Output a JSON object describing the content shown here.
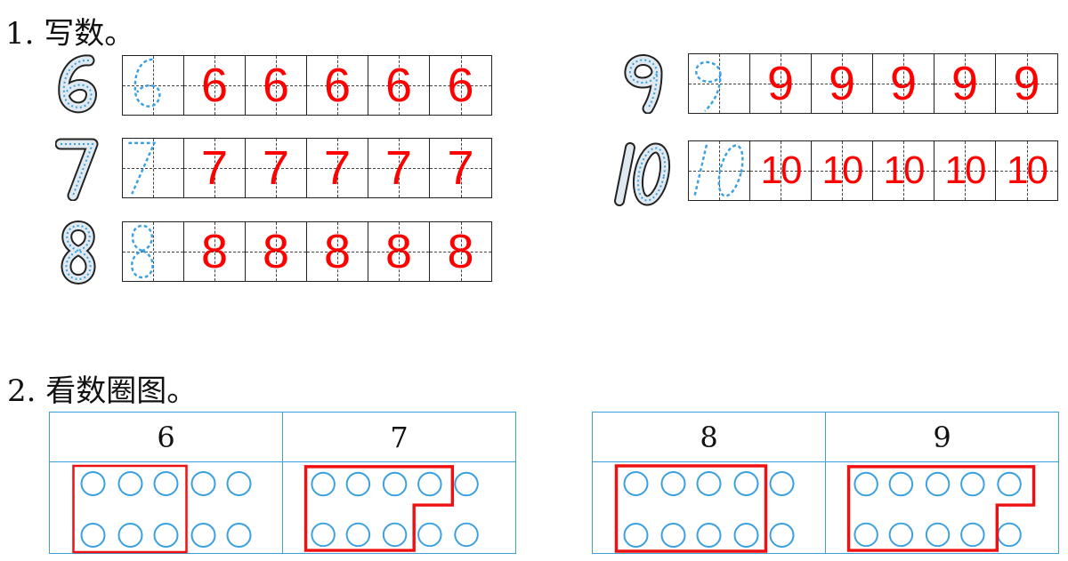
{
  "q1": {
    "title": "1. 写数。"
  },
  "q2": {
    "title": "2. 看数圈图。"
  },
  "write_rows": [
    {
      "digit": "6",
      "answers": [
        "6",
        "6",
        "6",
        "6",
        "6"
      ]
    },
    {
      "digit": "7",
      "answers": [
        "7",
        "7",
        "7",
        "7",
        "7"
      ]
    },
    {
      "digit": "8",
      "answers": [
        "8",
        "8",
        "8",
        "8",
        "8"
      ]
    },
    {
      "digit": "9",
      "answers": [
        "9",
        "9",
        "9",
        "9",
        "9"
      ]
    },
    {
      "digit": "10",
      "answers": [
        "10",
        "10",
        "10",
        "10",
        "10"
      ]
    }
  ],
  "circle_tables": [
    {
      "numbers": [
        "6",
        "7"
      ]
    },
    {
      "numbers": [
        "8",
        "9"
      ]
    }
  ],
  "colors": {
    "answer": "#ff0000",
    "trace": "#3aa0e0",
    "grid": "#222222"
  }
}
